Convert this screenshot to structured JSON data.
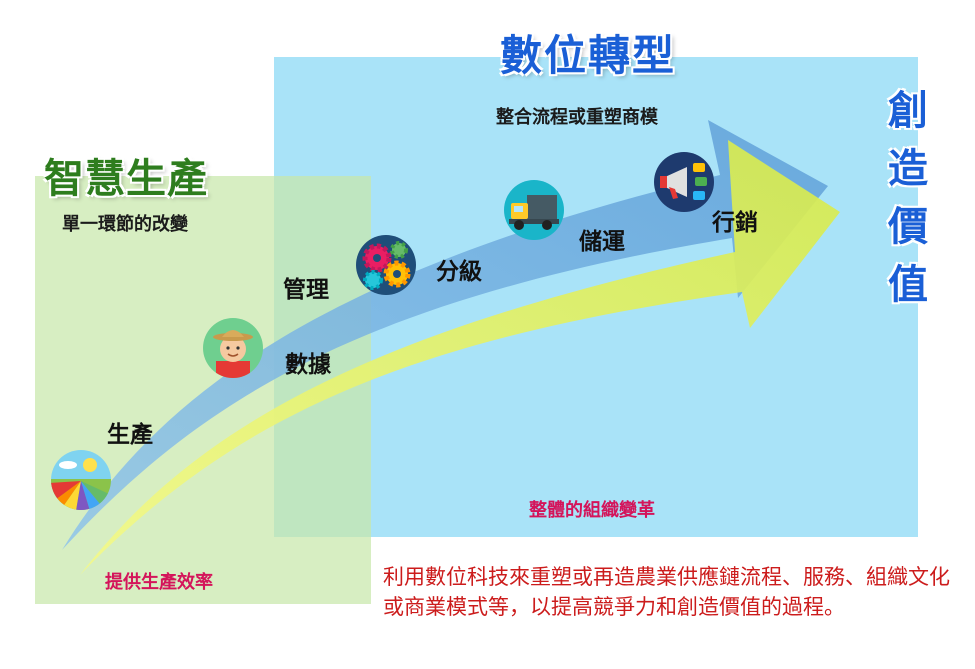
{
  "titles": {
    "digital_transformation": "數位轉型",
    "digital_transformation_sub": "整合流程或重塑商模",
    "smart_production": "智慧生產",
    "smart_production_sub": "單一環節的改變",
    "create_value": "創造價值"
  },
  "stages": {
    "production": "生產",
    "data": "數據",
    "management": "管理",
    "grading": "分級",
    "logistics": "儲運",
    "marketing": "行銷"
  },
  "notes": {
    "org_change": "整體的組織變革",
    "efficiency": "提供生產效率"
  },
  "description": "利用數位科技來重塑或再造農業供應鏈流程、服務、組織文化或商業模式等，以提高競爭力和創造價值的過程。",
  "icons": [
    "field-icon",
    "farmer-icon",
    "gears-icon",
    "truck-icon",
    "megaphone-icon"
  ],
  "colors": {
    "blue_panel": "#a9e3f8",
    "green_panel": "#c8e8aa",
    "blue_arrow": "#6fb0e0",
    "yellow_arrow": "#e4f26a",
    "title_blue": "#1a5fd6",
    "title_green": "#2e7d1e",
    "accent_pink": "#d4145a",
    "desc_red": "#cc1c1c"
  }
}
